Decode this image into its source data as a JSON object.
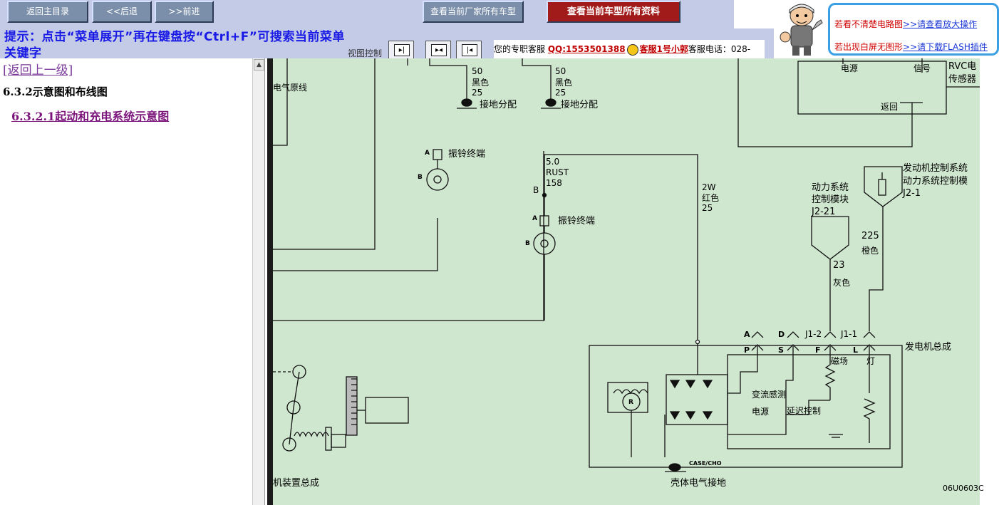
{
  "nav": {
    "home": "返回主目录",
    "back": "<<后退",
    "forward": ">>前进",
    "all_models": "查看当前厂家所有车型",
    "all_docs": "查看当前车型所有资料"
  },
  "hint": "提示：点击“菜单展开”再在键盘按“Ctrl+F”可搜索当前菜单关键字",
  "view_control": {
    "label": "视图控制"
  },
  "service": {
    "prefix": "您的专职客服",
    "qq": "QQ:1553501388",
    "agent": "客服1号小郭",
    "phone_label": "客服电话：028-"
  },
  "ad": {
    "line1_red": "若看不清楚电路图",
    "line1_link": ">>请查看放大操作",
    "line2_red": "若出现白屏无图形",
    "line2_link": ">>请下载FLASH插件"
  },
  "menu": {
    "back": "[返回上一级]",
    "section": "6.3.2示意图和布线图",
    "item": "6.3.2.1起动和充电系统示意图"
  },
  "diagram": {
    "original_wire": "电气原线",
    "wire50a": "50",
    "black_a": "黑色",
    "n25a": "25",
    "ground_a": "接地分配",
    "wire50b": "50",
    "black_b": "黑色",
    "n25b": "25",
    "ground_b": "接地分配",
    "bell1": "振铃终端",
    "bell1_a": "A",
    "bell1_b": "B",
    "bell2": "振铃终端",
    "bell2_a": "A",
    "bell2_b": "B",
    "wire5": "5.0",
    "rust": "RUST",
    "n158": "158",
    "pin_b": "B",
    "w2w": "2W",
    "red": "红色",
    "n25c": "25",
    "power": "电源",
    "signal": "信号",
    "rvc": "RVC电",
    "sensor": "传感器",
    "ret": "返回",
    "ecm1": "发动机控制系统",
    "ecm2": "动力系统控制模",
    "ecm_pin": "J2-1",
    "pcm1": "动力系统",
    "pcm2": "控制模块",
    "pcm_pin": "J2-21",
    "n225": "225",
    "orange": "橙色",
    "n23": "23",
    "gray": "灰色",
    "pa": "A",
    "pd": "D",
    "pj12": "J1-2",
    "pj11": "J1-1",
    "pp": "P",
    "ps": "S",
    "pf": "F",
    "pl": "L",
    "gen": "发电机总成",
    "field": "磁场",
    "lamp": "灯",
    "ac_sense": "变流感测",
    "gen_power": "电源",
    "delay": "延迟控制",
    "case": "CASE/CHO",
    "r": "R",
    "starter": "机装置总成",
    "body_gnd": "壳体电气接地",
    "code": "06U0603C"
  }
}
